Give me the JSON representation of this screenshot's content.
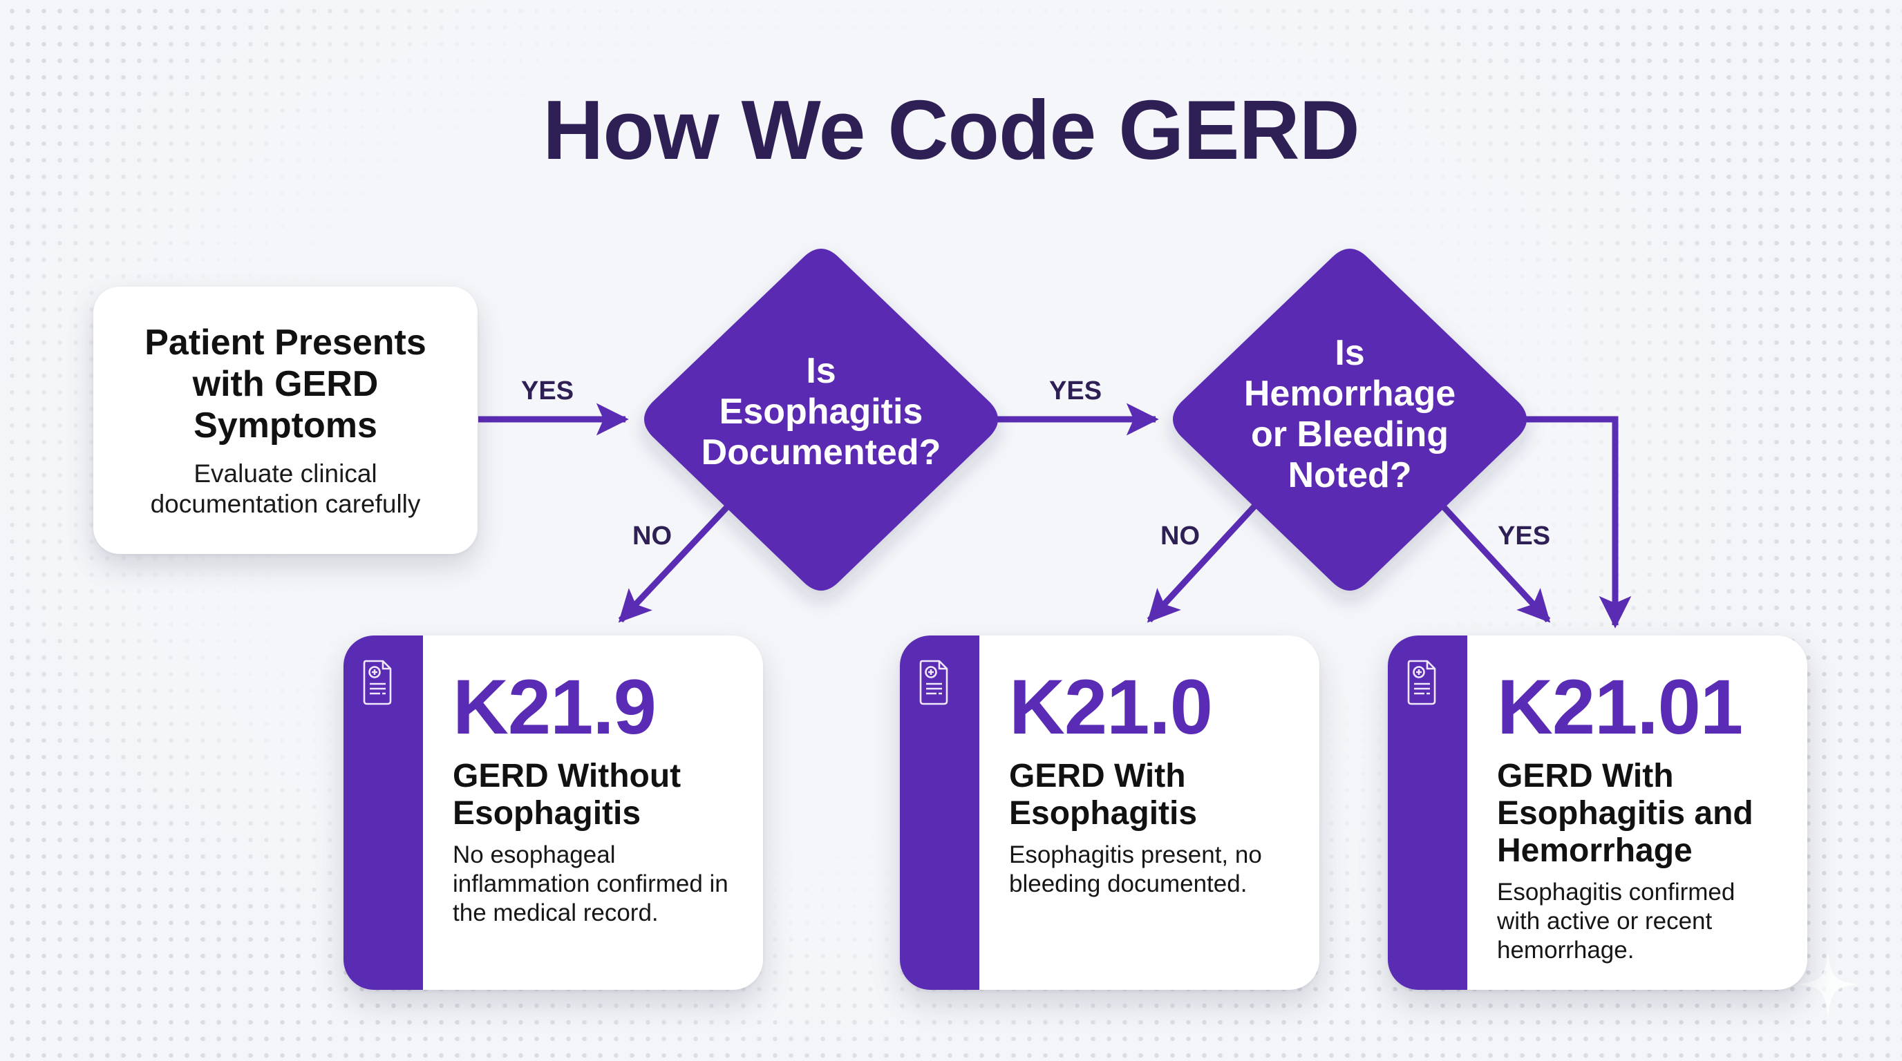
{
  "title": "How We Code GERD",
  "colors": {
    "primary_purple": "#5a2bb3",
    "title_indigo": "#2e1f55",
    "background": "#f3f5f8",
    "card_background": "#ffffff",
    "text_dark": "#111111"
  },
  "start": {
    "title": "Patient Presents with GERD Symptoms",
    "subtitle": "Evaluate clinical documentation carefully"
  },
  "decisions": [
    {
      "line1": "Is",
      "line2": "Esophagitis",
      "line3": "Documented?"
    },
    {
      "line1": "Is",
      "line2": "Hemorrhage",
      "line3": "or Bleeding",
      "line4": "Noted?"
    }
  ],
  "branch_labels": {
    "start_to_d1": "YES",
    "d1_yes": "YES",
    "d1_no": "NO",
    "d2_no": "NO",
    "d2_yes": "YES"
  },
  "outcomes": [
    {
      "icon": "medical-document-icon",
      "code": "K21.9",
      "title": "GERD Without Esophagitis",
      "description": "No esophageal inflammation confirmed in the medical record."
    },
    {
      "icon": "medical-document-icon",
      "code": "K21.0",
      "title": "GERD With Esophagitis",
      "description": "Esophagitis present, no bleeding documented."
    },
    {
      "icon": "medical-document-icon",
      "code": "K21.01",
      "title": "GERD With Esophagitis and Hemorrhage",
      "description": "Esophagitis confirmed with active or recent hemorrhage."
    }
  ]
}
